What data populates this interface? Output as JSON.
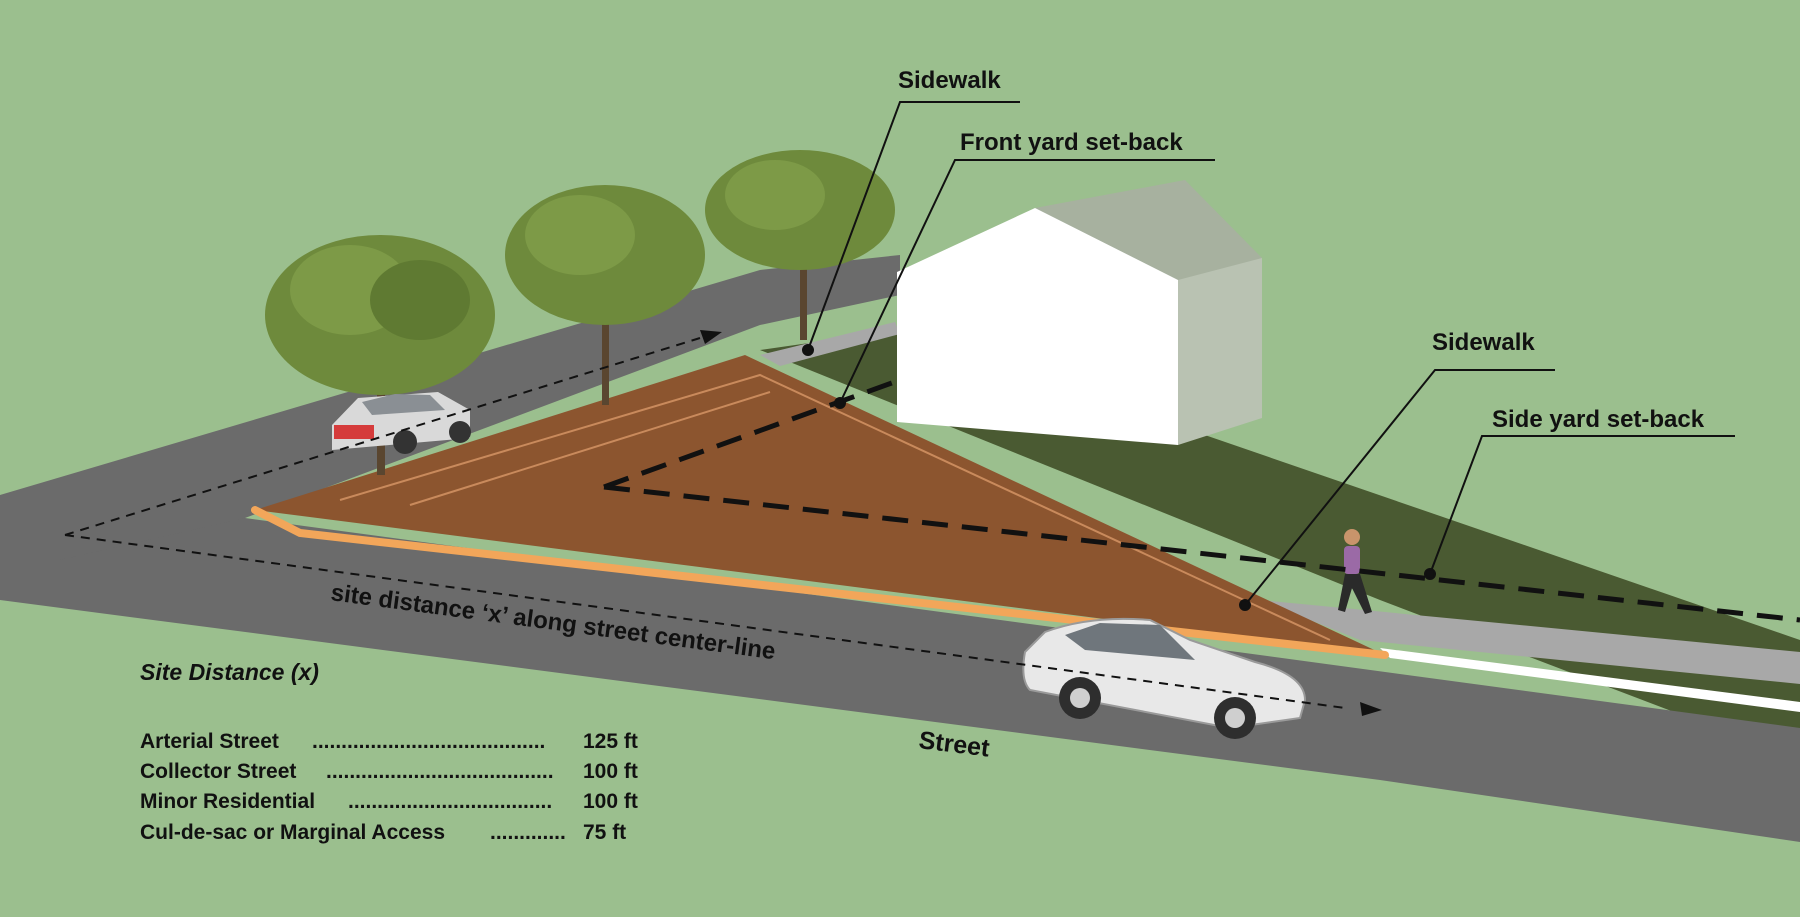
{
  "callouts": {
    "sidewalk_top": "Sidewalk",
    "front_yard_setback": "Front yard set-back",
    "sidewalk_right": "Sidewalk",
    "side_yard_setback": "Side yard set-back"
  },
  "street_label": "Street",
  "site_distance_label": "site distance ‘x’ along street center-line",
  "legend": {
    "title": "Site Distance (x)",
    "rows": [
      {
        "label": "Arterial Street",
        "leader": "........................................",
        "value": "125 ft"
      },
      {
        "label": "Collector Street",
        "leader": ".......................................",
        "value": "100 ft"
      },
      {
        "label": "Minor Residential",
        "leader": "...................................",
        "value": "100 ft"
      },
      {
        "label": "Cul-de-sac or Marginal Access",
        "leader": ".............",
        "value": "75 ft"
      }
    ]
  },
  "colors": {
    "lawn": "#9bbf8e",
    "road": "#6b6b6b",
    "sight_triangle": "#8c552f",
    "curb": "#f2a65a",
    "yard_dark": "#4a5a32",
    "sidewalk": "#a8a8a8",
    "house_front": "#ffffff",
    "house_side": "#a7b19f"
  }
}
